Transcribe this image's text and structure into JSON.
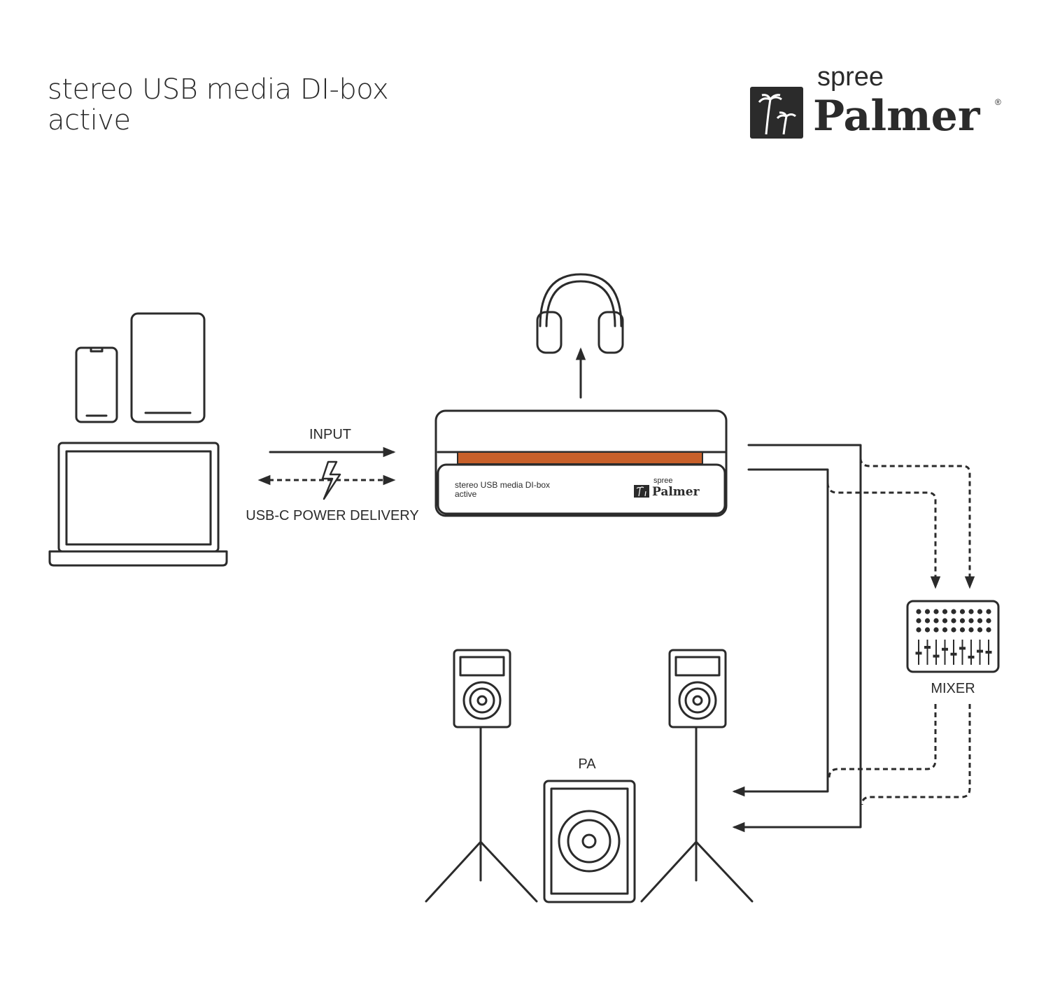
{
  "title": {
    "line1": "stereo USB media DI-box",
    "line2": "active"
  },
  "brand": {
    "top": "spree",
    "name": "Palmer",
    "mark": "®"
  },
  "device": {
    "text_line1": "stereo USB media DI-box",
    "text_line2": "active",
    "brand_top": "spree",
    "brand_name": "Palmer",
    "accent_color": "#c8602a"
  },
  "labels": {
    "input": "INPUT",
    "power": "USB-C POWER DELIVERY",
    "mixer": "MIXER",
    "pa": "PA"
  },
  "icons": [
    "phone-icon",
    "tablet-icon",
    "laptop-icon",
    "headphones-icon",
    "lightning-icon",
    "mixer-icon",
    "speaker-icon",
    "subwoofer-icon",
    "palm-logo-icon"
  ]
}
